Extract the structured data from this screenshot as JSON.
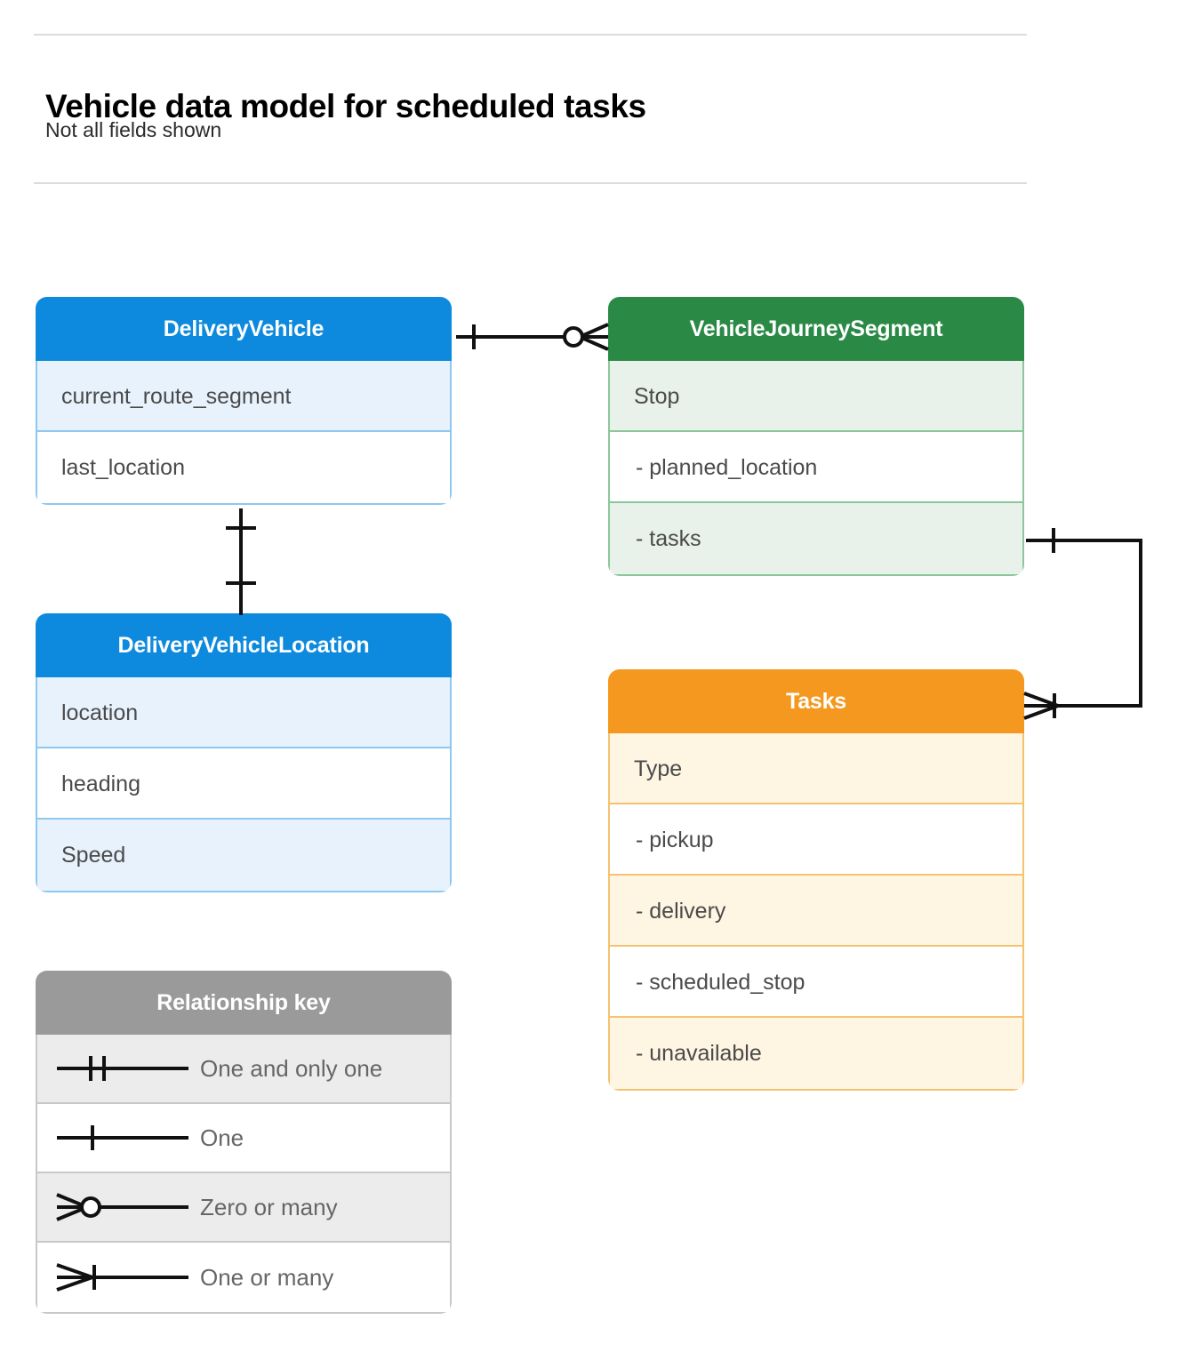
{
  "header": {
    "title": "Vehicle data model for scheduled tasks",
    "subtitle": "Not all fields shown"
  },
  "entities": [
    {
      "id": "delivery-vehicle",
      "name": "DeliveryVehicle",
      "color": "#0d8add",
      "rows": [
        "current_route_segment",
        "last_location"
      ]
    },
    {
      "id": "vehicle-journey-segment",
      "name": "VehicleJourneySegment",
      "color": "#2a8a45",
      "rows": [
        "Stop",
        "-  planned_location",
        "- tasks"
      ]
    },
    {
      "id": "delivery-vehicle-location",
      "name": "DeliveryVehicleLocation",
      "color": "#0d8add",
      "rows": [
        "location",
        "heading",
        "Speed"
      ]
    },
    {
      "id": "tasks",
      "name": "Tasks",
      "color": "#f59820",
      "rows": [
        "Type",
        "-  pickup",
        "-  delivery",
        "-  scheduled_stop",
        "-  unavailable"
      ]
    }
  ],
  "legend": {
    "title": "Relationship key",
    "items": [
      {
        "symbol": "one-and-only-one",
        "label": "One and only one"
      },
      {
        "symbol": "one",
        "label": "One"
      },
      {
        "symbol": "zero-or-many",
        "label": "Zero or many"
      },
      {
        "symbol": "one-or-many",
        "label": "One or many"
      }
    ]
  },
  "relationships": [
    {
      "id": "vehicle-to-journey-segment",
      "from": "DeliveryVehicle",
      "to": "VehicleJourneySegment",
      "from_cardinality": "One",
      "to_cardinality": "Zero or many"
    },
    {
      "id": "vehicle-to-vehicle-location",
      "from": "DeliveryVehicle",
      "to": "DeliveryVehicleLocation",
      "from_cardinality": "One",
      "to_cardinality": "One"
    },
    {
      "id": "journey-segment-tasks-to-tasks",
      "from": "VehicleJourneySegment.tasks",
      "to": "Tasks",
      "from_cardinality": "One",
      "to_cardinality": "One or many"
    }
  ],
  "colors": {
    "blue": "#0d8add",
    "green": "#2a8a45",
    "orange": "#f59820",
    "gray": "#9a9a9a",
    "line": "#111111"
  }
}
